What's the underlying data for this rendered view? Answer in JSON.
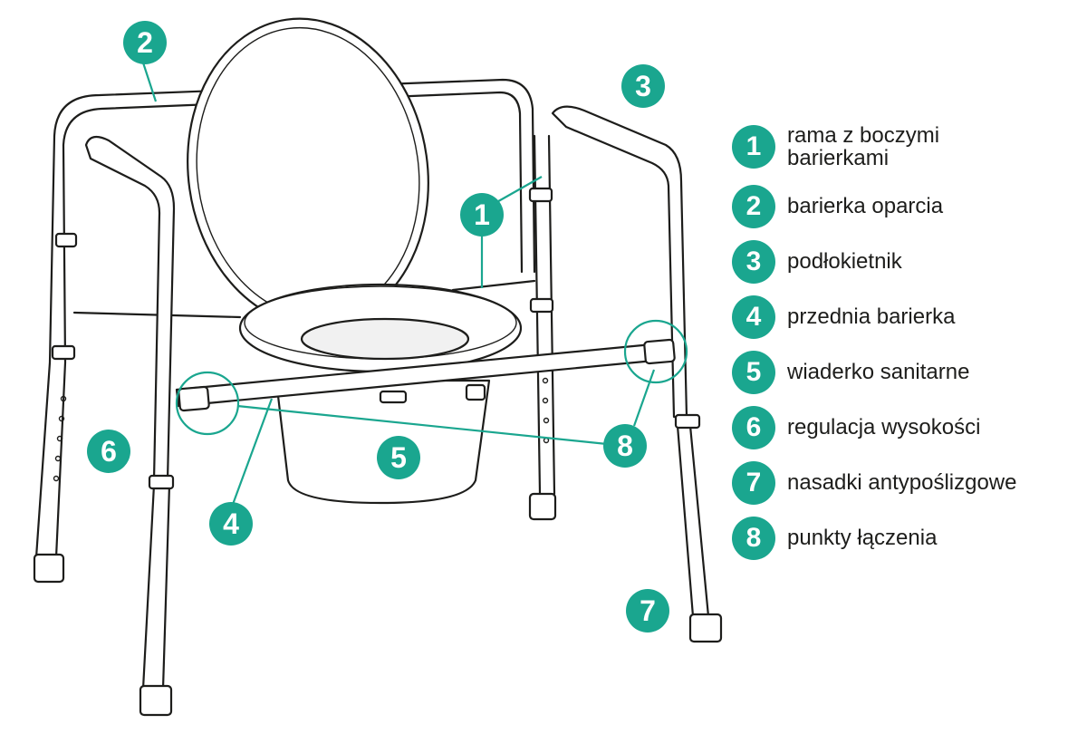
{
  "diagram": {
    "accent_color": "#1aa68f",
    "line_color": "#1d1d1b",
    "subject": "commode-chair-illustration",
    "callouts": [
      {
        "number": "1"
      },
      {
        "number": "2"
      },
      {
        "number": "3"
      },
      {
        "number": "4"
      },
      {
        "number": "5"
      },
      {
        "number": "6"
      },
      {
        "number": "7"
      },
      {
        "number": "8"
      }
    ]
  },
  "legend": {
    "items": [
      {
        "number": "1",
        "label": "rama z boczymi\nbarierkami"
      },
      {
        "number": "2",
        "label": "barierka oparcia"
      },
      {
        "number": "3",
        "label": "podłokietnik"
      },
      {
        "number": "4",
        "label": "przednia barierka"
      },
      {
        "number": "5",
        "label": "wiaderko sanitarne"
      },
      {
        "number": "6",
        "label": "regulacja wysokości"
      },
      {
        "number": "7",
        "label": "nasadki antypoślizgowe"
      },
      {
        "number": "8",
        "label": "punkty łączenia"
      }
    ]
  }
}
